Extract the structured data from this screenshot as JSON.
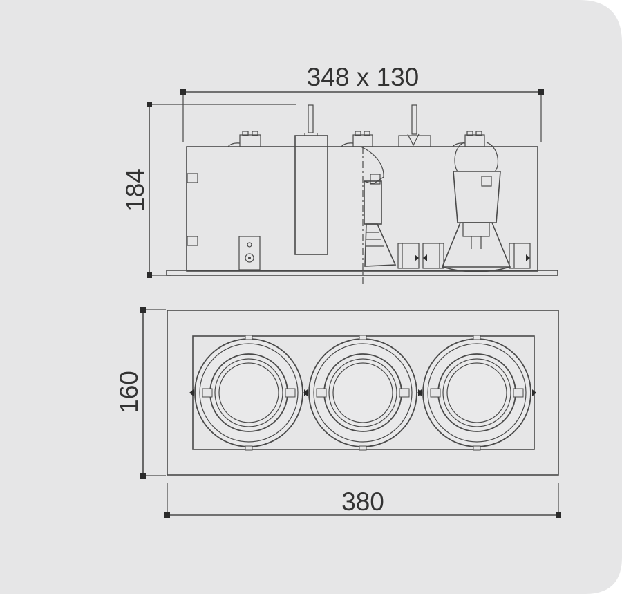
{
  "drawing": {
    "top_dimension": "348 x 130",
    "side_height": "184",
    "front_height": "160",
    "front_width": "380"
  },
  "colors": {
    "panel": "#e6e6e7",
    "line": "#4a4a4a",
    "text": "#333333",
    "fixture_fill": "#ececec"
  }
}
